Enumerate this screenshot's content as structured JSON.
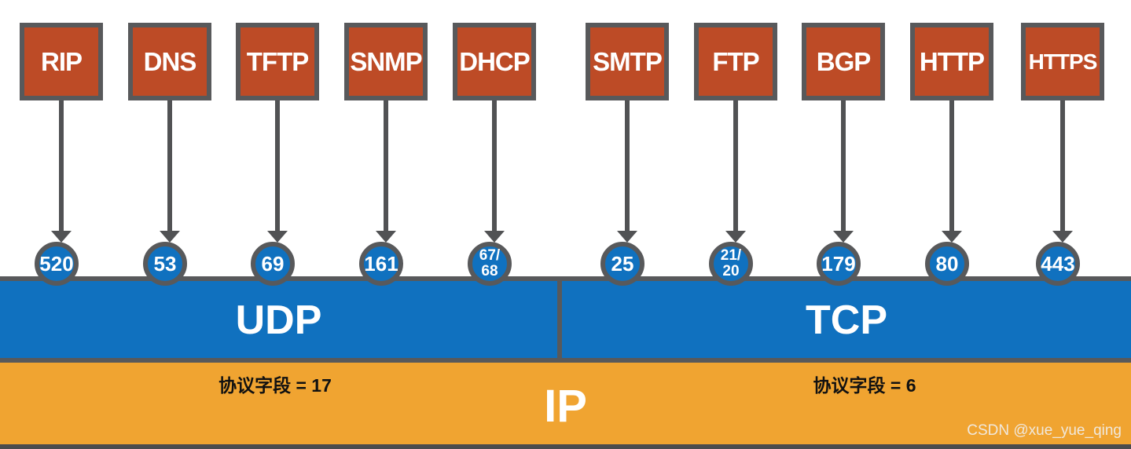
{
  "diagram": {
    "description": "TCP/IP application-layer protocols mapped to well-known ports over UDP, TCP and IP",
    "protocols": [
      {
        "name": "RIP",
        "port": "520",
        "transport": "UDP"
      },
      {
        "name": "DNS",
        "port": "53",
        "transport": "UDP"
      },
      {
        "name": "TFTP",
        "port": "69",
        "transport": "UDP"
      },
      {
        "name": "SNMP",
        "port": "161",
        "transport": "UDP"
      },
      {
        "name": "DHCP",
        "port": "67/\n68",
        "transport": "UDP"
      },
      {
        "name": "SMTP",
        "port": "25",
        "transport": "TCP"
      },
      {
        "name": "FTP",
        "port": "21/\n20",
        "transport": "TCP"
      },
      {
        "name": "BGP",
        "port": "179",
        "transport": "TCP"
      },
      {
        "name": "HTTP",
        "port": "80",
        "transport": "TCP"
      },
      {
        "name": "HTTPS",
        "port": "443",
        "transport": "TCP"
      }
    ],
    "transport_layers": [
      {
        "label": "UDP",
        "protocol_field": "协议字段 = 17"
      },
      {
        "label": "TCP",
        "protocol_field": "协议字段 = 6"
      }
    ],
    "network_layer": {
      "label": "IP"
    },
    "watermark": "CSDN @xue_yue_qing",
    "colors": {
      "protocol_box_fill": "#BD4B26",
      "box_border_gray": "#58595B",
      "port_circle_blue": "#1071BF",
      "transport_bar_blue": "#1071BF",
      "ip_bar_orange": "#F0A431",
      "arrow_gray": "#515254",
      "bottom_border_gray": "#4B4C4E"
    }
  }
}
